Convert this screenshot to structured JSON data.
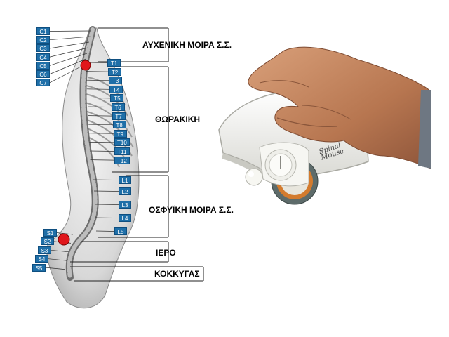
{
  "vertebrae": {
    "cervical": [
      "C1",
      "C2",
      "C3",
      "C4",
      "C5",
      "C6",
      "C7"
    ],
    "thoracic": [
      "T1",
      "T2",
      "T3",
      "T4",
      "T5",
      "T6",
      "T7",
      "T8",
      "T9",
      "T10",
      "T11",
      "T12"
    ],
    "lumbar": [
      "L1",
      "L2",
      "L3",
      "L4",
      "L5"
    ],
    "sacral": [
      "S1",
      "S2",
      "S3",
      "S4",
      "S5"
    ]
  },
  "regions": {
    "cervical": "ΑΥΧΕΝΙΚΗ ΜΟΙΡΑ Σ.Σ.",
    "thoracic": "ΘΩΡΑΚΙΚΗ",
    "lumbar": "ΟΣΦΥΪΚΗ ΜΟΙΡΑ Σ.Σ.",
    "sacrum": "ΙΕΡΟ",
    "coccyx": "ΚΟΚΚΥΓΑΣ"
  },
  "device_brand": "Spinal Mouse",
  "colors": {
    "label_bg": "#1f6fa8",
    "marker": "#e0161b",
    "skin": "#c98a63"
  }
}
